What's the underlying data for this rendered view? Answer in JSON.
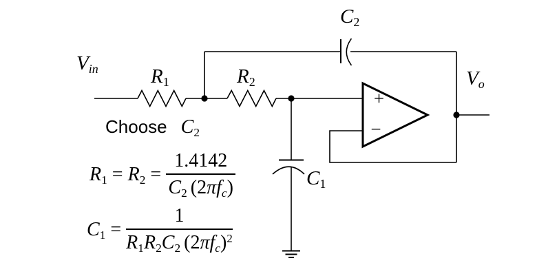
{
  "colors": {
    "background": "#ffffff",
    "ink": "#000000"
  },
  "circuit": {
    "labels": {
      "vin_base": "V",
      "vin_sub": "in",
      "r1_base": "R",
      "r1_sub": "1",
      "r2_base": "R",
      "r2_sub": "2",
      "c2_base": "C",
      "c2_sub": "2",
      "c1_base": "C",
      "c1_sub": "1",
      "vo_base": "V",
      "vo_sub": "o",
      "opamp_plus": "+",
      "opamp_minus": "−"
    }
  },
  "note": {
    "word": "Choose",
    "var_base": "C",
    "var_sub": "2"
  },
  "formulas": {
    "r": {
      "lhs1": "R",
      "lhs1_sub": "1",
      "eq1": "=",
      "lhs2": "R",
      "lhs2_sub": "2",
      "eq2": "=",
      "num": "1.4142",
      "den_c": "C",
      "den_c_sub": "2",
      "den_open": "(2",
      "den_pi": "π",
      "den_f": "f",
      "den_f_sub": "c",
      "den_close": ")"
    },
    "c": {
      "lhs": "C",
      "lhs_sub": "1",
      "eq": "=",
      "num": "1",
      "den_r1": "R",
      "den_r1_sub": "1",
      "den_r2": "R",
      "den_r2_sub": "2",
      "den_c2": "C",
      "den_c2_sub": "2",
      "den_open": "(2",
      "den_pi": "π",
      "den_f": "f",
      "den_f_sub": "c",
      "den_close": ")",
      "den_exp": "2"
    }
  }
}
